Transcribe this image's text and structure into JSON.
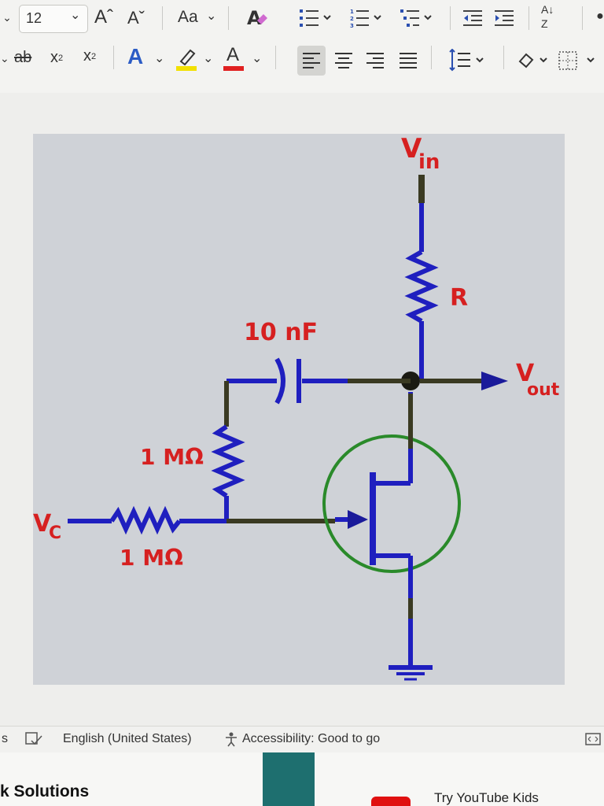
{
  "toolbar": {
    "font_size": "12",
    "grow_font": "Aˆ",
    "shrink_font": "Aˇ",
    "change_case": "Aa",
    "strikethrough": "ab",
    "subscript": "x",
    "subscript_mark": "2",
    "superscript": "x",
    "superscript_mark": "2",
    "text_effects": "A",
    "font_color": "A",
    "sort": "A↓",
    "sort_bottom": "Z",
    "highlight_color": "#f2e000",
    "font_color_bar": "#e02020"
  },
  "circuit": {
    "vin_v": "V",
    "vin_sub": "in",
    "r_label": "R",
    "cap_label": "10 nF",
    "vout_v": "V",
    "vout_sub": "out",
    "r1_label": "1 MΩ",
    "vc_v": "V",
    "vc_sub": "C",
    "r2_label": "1 MΩ",
    "colors": {
      "wire": "#1f1fbf",
      "node": "#2a2a1a",
      "label": "#d62020",
      "circle": "#2a8a2a",
      "arrow": "#1a1a9a"
    }
  },
  "status": {
    "left_char": "s",
    "language": "English (United States)",
    "accessibility": "Accessibility: Good to go"
  },
  "bottom": {
    "left_title": "k Solutions",
    "right_text": "Try YouTube Kids"
  }
}
